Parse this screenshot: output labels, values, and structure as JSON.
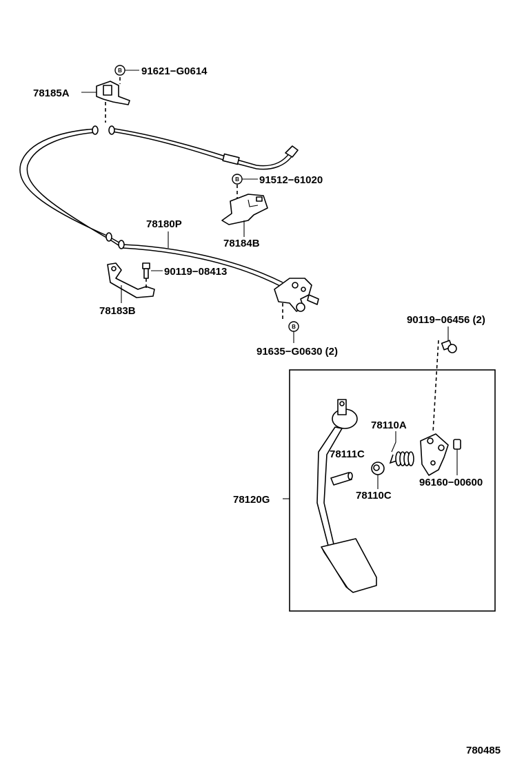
{
  "labels": {
    "p91621": "91621−G0614",
    "p78185A": "78185A",
    "p91512": "91512−61020",
    "p78184B": "78184B",
    "p78180P": "78180P",
    "p90119a": "90119−08413",
    "p78183B": "78183B",
    "p91635": "91635−G0630 (2)",
    "p90119b": "90119−06456 (2)",
    "p78110A": "78110A",
    "p78111C": "78111C",
    "p78110C": "78110C",
    "p96160": "96160−00600",
    "p78120G": "78120G"
  },
  "badge_letter": "B",
  "figure_number": "780485"
}
